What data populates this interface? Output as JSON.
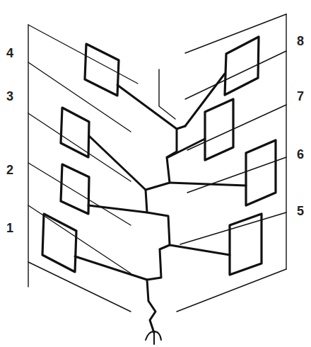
{
  "diagram": {
    "labels": [
      "4",
      "3",
      "2",
      "1",
      "8",
      "7",
      "6",
      "5"
    ]
  }
}
